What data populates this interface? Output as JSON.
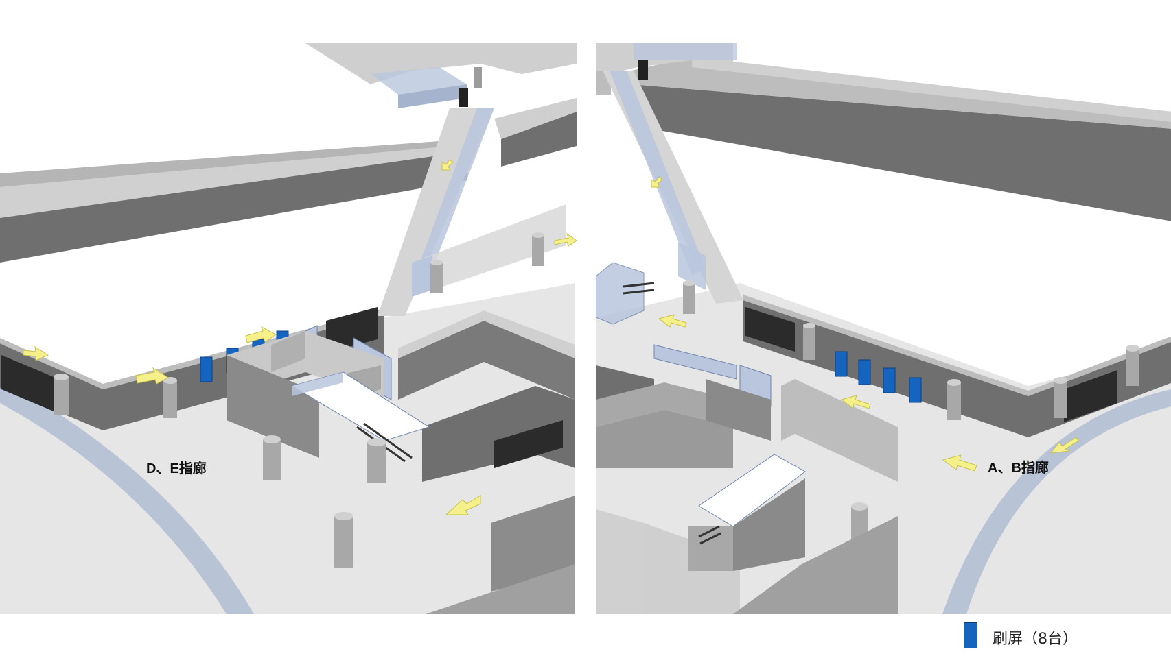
{
  "labels": {
    "left_area": "D、E指廊",
    "right_area": "A、B指廊"
  },
  "legend": {
    "item_label": "刷屏（8台）",
    "item_icon": "blue-screen-marker",
    "item_color": "#1565c0"
  },
  "colors": {
    "floor": "#e6e6e6",
    "wall_top": "#bdbdbd",
    "wall_side": "#6e6e6e",
    "glass": "#b9c6dd",
    "arrow": "#f5f08a",
    "screen": "#1565c0"
  }
}
